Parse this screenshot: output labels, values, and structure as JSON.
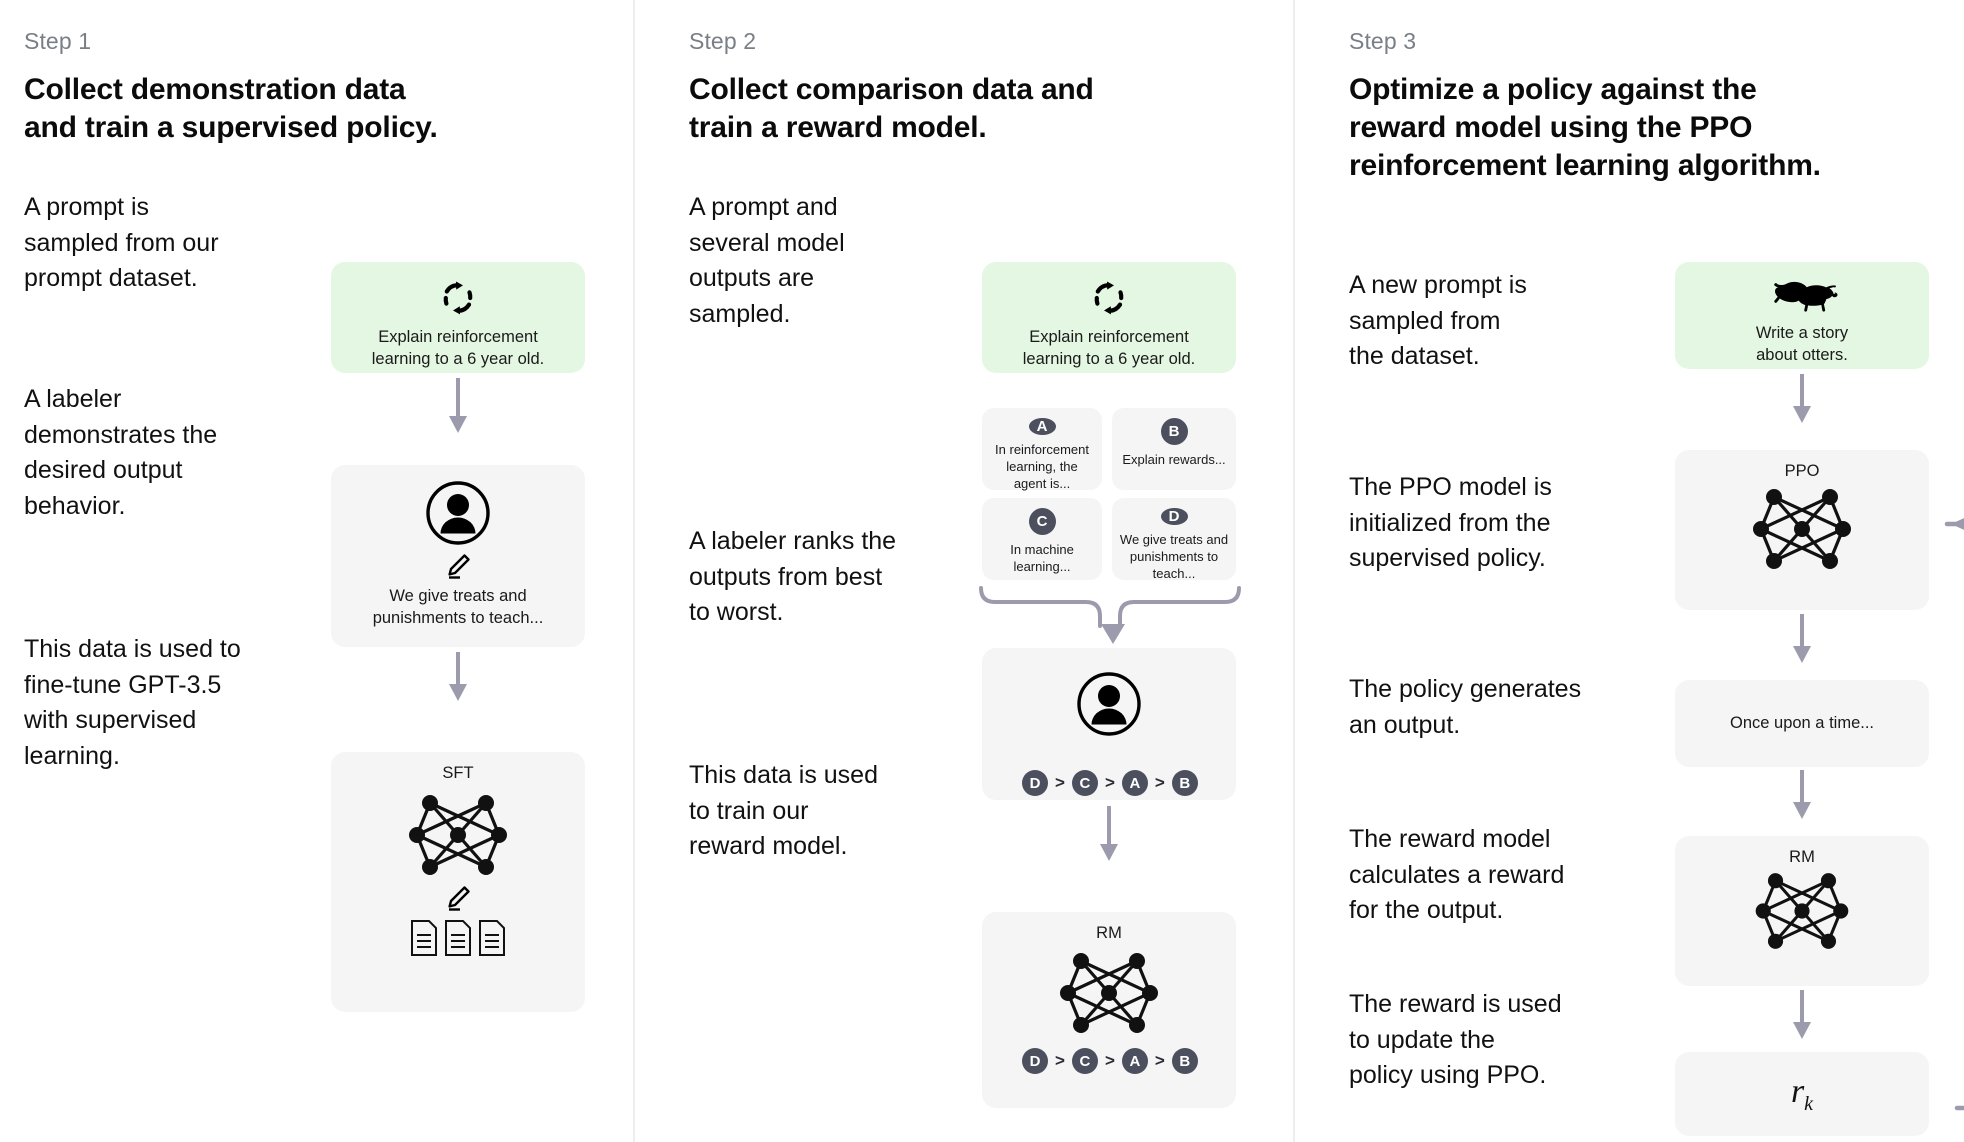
{
  "columns": [
    {
      "step_label": "Step 1",
      "title": "Collect demonstration data\nand train a supervised policy.",
      "descriptions": [
        "A prompt is\nsampled from our\nprompt dataset.",
        "A labeler\ndemonstrates the\ndesired output\nbehavior.",
        "This data is used to\nfine-tune GPT-3.5\nwith supervised\nlearning."
      ],
      "cards": [
        {
          "kind": "prompt",
          "icon": "refresh-cycle-icon",
          "text": "Explain reinforcement\nlearning to a 6 year old."
        },
        {
          "kind": "labeler",
          "icon": "person-circle-icon",
          "sub_icon": "pencil-icon",
          "text": "We give treats and\npunishments to teach..."
        },
        {
          "kind": "model",
          "title": "SFT",
          "icon": "neural-network-icon",
          "sub_icon": "pencil-icon",
          "extra_icon": "documents-icon"
        }
      ]
    },
    {
      "step_label": "Step 2",
      "title": "Collect comparison data and\ntrain a reward model.",
      "descriptions": [
        "A prompt and\nseveral model\noutputs are\nsampled.",
        "A labeler ranks the\noutputs from best\nto worst.",
        "This data is used\nto train our\nreward model."
      ],
      "cards": [
        {
          "kind": "prompt",
          "icon": "refresh-cycle-icon",
          "text": "Explain reinforcement\nlearning to a 6 year old."
        },
        {
          "kind": "labeler",
          "icon": "person-circle-icon"
        },
        {
          "kind": "model",
          "title": "RM",
          "icon": "neural-network-icon"
        }
      ],
      "options": [
        {
          "letter": "A",
          "text": "In reinforcement\nlearning, the\nagent is..."
        },
        {
          "letter": "B",
          "text": "Explain rewards..."
        },
        {
          "letter": "C",
          "text": "In machine\nlearning..."
        },
        {
          "letter": "D",
          "text": "We give treats and\npunishments to\nteach..."
        }
      ],
      "ranking": [
        "D",
        "C",
        "A",
        "B"
      ],
      "ranking_separator": ">"
    },
    {
      "step_label": "Step 3",
      "title": "Optimize a policy against the\nreward model using the PPO\nreinforcement learning algorithm.",
      "descriptions": [
        "A new prompt is\nsampled from\nthe dataset.",
        "The PPO model is\ninitialized from the\nsupervised policy.",
        "The policy generates\nan output.",
        "The reward model\ncalculates a reward\nfor the output.",
        "The reward is used\nto update the\npolicy using PPO."
      ],
      "cards": [
        {
          "kind": "prompt",
          "icon": "otter-icon",
          "text": "Write a story\nabout otters."
        },
        {
          "kind": "model",
          "title": "PPO",
          "icon": "neural-network-icon"
        },
        {
          "kind": "output",
          "text": "Once upon a time..."
        },
        {
          "kind": "model",
          "title": "RM",
          "icon": "neural-network-icon"
        },
        {
          "kind": "reward",
          "symbol": "r",
          "subscript": "k"
        }
      ]
    }
  ],
  "colors": {
    "prompt_card_bg": "#e4f7e2",
    "card_bg": "#f4f5f4",
    "arrow": "#9b9bad",
    "badge_bg": "#4b4f5e",
    "step_label": "#7a7f87",
    "divider": "#eceef0"
  }
}
